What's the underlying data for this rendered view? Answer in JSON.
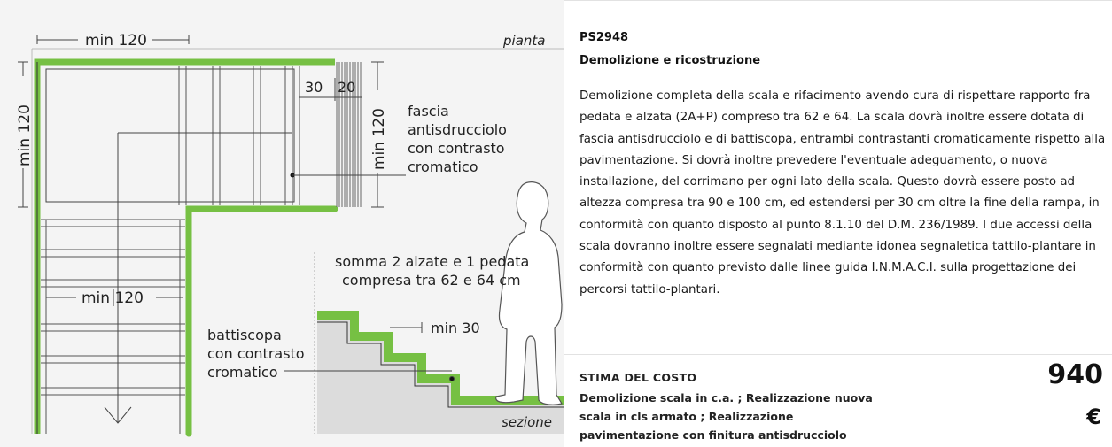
{
  "figure": {
    "plan_label": "pianta",
    "section_label": "sezione",
    "dim_min120_top": "min 120",
    "dim_min120_left": "min 120",
    "dim_min120_right": "min 120",
    "dim_min120_mid": "min 120",
    "dim_30": "30",
    "dim_20": "20",
    "dim_min30": "min 30",
    "note_fascia": [
      "fascia",
      "antisdrucciolo",
      "con contrasto",
      "cromatico"
    ],
    "note_somma": [
      "somma 2 alzate e 1 pedata",
      "compresa tra 62 e 64 cm"
    ],
    "note_battiscopa": [
      "battiscopa",
      "con contrasto",
      "cromatico"
    ]
  },
  "item": {
    "code": "PS2948",
    "title": "Demolizione e ricostruzione",
    "description": "Demolizione completa della scala e rifacimento avendo cura di rispettare rapporto fra pedata e alzata (2A+P) compreso tra 62 e 64. La scala dovrà inoltre essere dotata di fascia antisdrucciolo e di battiscopa, entrambi contrastanti cromaticamente rispetto alla pavimentazione. Si dovrà inoltre prevedere l'eventuale adeguamento, o nuova installazione, del corrimano per ogni lato della scala. Questo dovrà essere posto ad altezza compresa tra 90 e 100 cm, ed estendersi per 30 cm oltre la fine della rampa, in conformità con quanto disposto al punto 8.1.10 del D.M. 236/1989. I due accessi della scala dovranno inoltre essere segnalati mediante idonea segnaletica tattilo-plantare in conformità con quanto previsto dalle linee guida I.N.M.A.C.I. sulla progettazione dei percorsi tattilo-plantari."
  },
  "cost": {
    "label": "STIMA DEL COSTO",
    "description": "Demolizione scala in c.a. ; Realizzazione nuova scala in cls armato ; Realizzazione pavimentazione con finitura antisdrucciolo",
    "value": "940",
    "currency": "€"
  },
  "colors": {
    "green": "#76c043",
    "line": "#333333",
    "panel_bg": "#f4f4f4"
  }
}
